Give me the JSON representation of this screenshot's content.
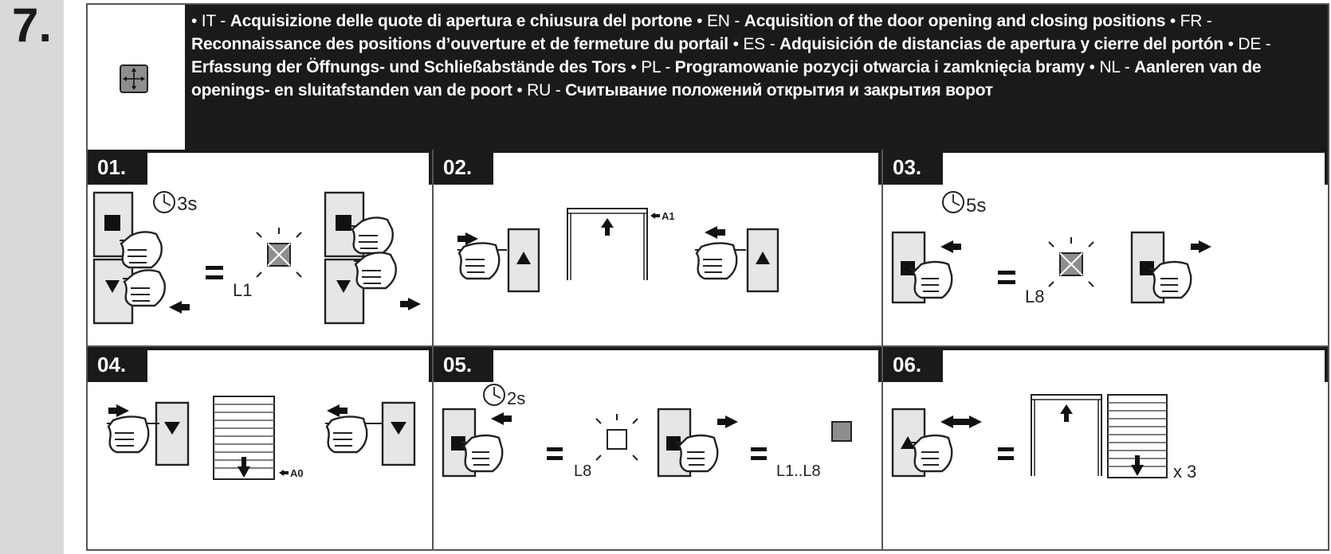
{
  "step": {
    "number": "7."
  },
  "header": {
    "segments": [
      {
        "lang": "• IT - ",
        "text": "Acquisizione delle quote di apertura e chiusura del portone "
      },
      {
        "lang": "• EN - ",
        "text": "Acquisition of the door opening and closing positions "
      },
      {
        "lang": "• FR - ",
        "text": "Reconnaissance des positions d’ouverture et de fermeture du portail "
      },
      {
        "lang": "• ES - ",
        "text": "Adquisición de distancias de apertura y cierre del portón "
      },
      {
        "lang": "• DE - ",
        "text": "Erfassung der Öffnungs- und Schließabstände des Tors "
      },
      {
        "lang": "• PL - ",
        "text": "Programowanie pozycji otwarcia i zamknięcia bramy "
      },
      {
        "lang": "• NL - ",
        "text": "Aanleren van de openings- en sluitafstanden van de poort "
      },
      {
        "lang": "• RU - ",
        "text": "Считывание положений открытия и закрытия ворот"
      }
    ]
  },
  "panels": [
    {
      "label": "01.",
      "time": "3s",
      "led": "L1"
    },
    {
      "label": "02.",
      "marker": "A1"
    },
    {
      "label": "03.",
      "time": "5s",
      "led": "L8"
    },
    {
      "label": "04.",
      "marker": "A0"
    },
    {
      "label": "05.",
      "time": "2s",
      "led": "L8",
      "led_range": "L1..L8"
    },
    {
      "label": "06.",
      "repeat": "x 3"
    }
  ],
  "colors": {
    "dark": "#1a1a1a",
    "sidebar": "#d9d9db",
    "button_fill": "#e6e6e6",
    "led_fill": "#8e8e8e"
  }
}
